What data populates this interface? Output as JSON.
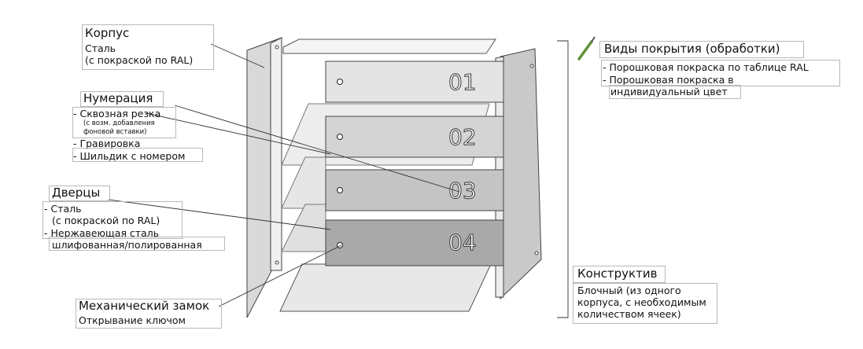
{
  "korpus": {
    "title": "Корпус",
    "lines": [
      "Сталь",
      "(с покраской по RAL)"
    ]
  },
  "numeration": {
    "title": "Нумерация",
    "items": [
      "- Сквозная резка",
      "(с возм. добавления",
      "фоновой вставки)",
      "- Гравировка",
      "- Шильдик с номером"
    ]
  },
  "doors": {
    "title": "Дверцы",
    "items": [
      "- Сталь",
      "(с покраской по RAL)",
      "- Нержавеющая сталь",
      "шлифованная/полированная"
    ]
  },
  "lock": {
    "title": "Механический замок",
    "desc": "Открывание ключом"
  },
  "coating": {
    "title": "Виды покрытия (обработки)",
    "items": [
      "- Порошковая покраска по таблице RAL",
      "- Порошковая покраска в",
      "индивидуальный цвет"
    ]
  },
  "construct": {
    "title": "Конструктив",
    "lines": [
      "Блочный (из одного",
      "корпуса, с необходимым",
      "количеством ячеек)"
    ]
  },
  "doors_numbers": [
    "01",
    "02",
    "03",
    "04"
  ],
  "colors": {
    "door1": "#e4e4e4",
    "door2": "#d4d4d4",
    "door3": "#c4c4c4",
    "door4": "#a9a9a9",
    "brush": "#5f8f3a"
  }
}
